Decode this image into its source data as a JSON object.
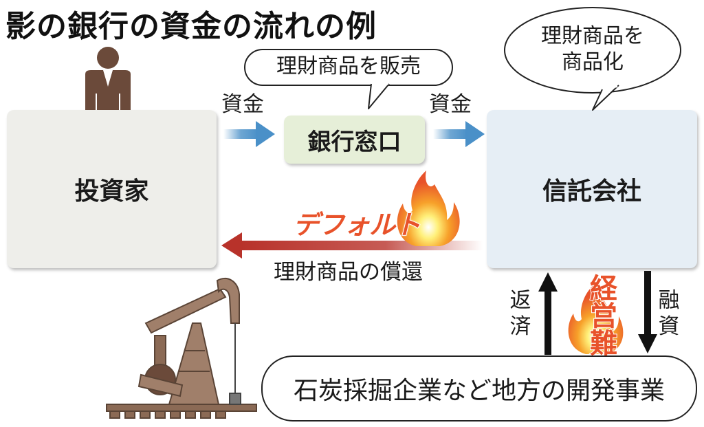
{
  "title": "影の銀行の資金の流れの例",
  "nodes": {
    "investor": "投資家",
    "bank_window": "銀行窓口",
    "trust_company": "信託会社",
    "local_projects": "石炭採掘企業など地方の開発事業"
  },
  "edges": {
    "funds_1": "資金",
    "funds_2": "資金",
    "redemption": "理財商品の償還",
    "repayment": "返済",
    "financing": "融資"
  },
  "callouts": {
    "sell": "理財商品を販売",
    "productize_line1": "理財商品を",
    "productize_line2": "商品化"
  },
  "alerts": {
    "default": "デフォルト",
    "trouble": "経営難"
  },
  "colors": {
    "flow_arrow": "#4a90c8",
    "redemption_arrow": "#b8322a",
    "alert": "#e8522a",
    "investor_box": "#eeeeea",
    "bank_box": "#e6efd8",
    "trust_box": "#e6eef5"
  }
}
